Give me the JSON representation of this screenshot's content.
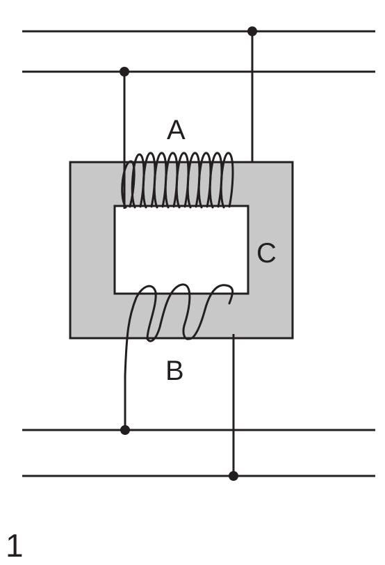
{
  "labels": {
    "coil_top": "A",
    "coil_bottom": "B",
    "core": "C",
    "figure_number": "1"
  },
  "colors": {
    "ink": "#231f20",
    "core_fill": "#c8c8c8",
    "background": "#ffffff"
  }
}
